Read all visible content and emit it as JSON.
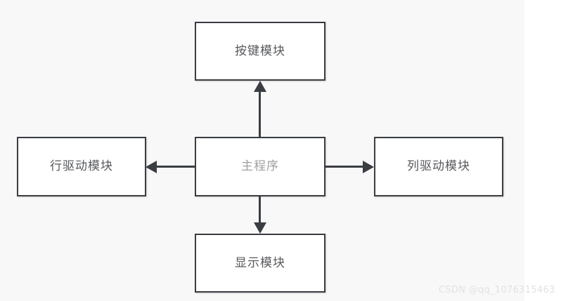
{
  "diagram": {
    "type": "block-diagram",
    "title": "",
    "background_color": "#f8f8f8",
    "page_color": "#ffffff",
    "border_color": "#3a3d42",
    "node_fill": "#ffffff",
    "label_color": "#57595c",
    "center_label_color": "#9d9fa2",
    "nodes": [
      {
        "id": "key",
        "label": "按键模块",
        "position": "top"
      },
      {
        "id": "row",
        "label": "行驱动模块",
        "position": "left"
      },
      {
        "id": "main",
        "label": "主程序",
        "position": "center"
      },
      {
        "id": "col",
        "label": "列驱动模块",
        "position": "right"
      },
      {
        "id": "display",
        "label": "显示模块",
        "position": "bottom"
      }
    ],
    "edges": [
      {
        "id": "edge-up",
        "from": "main",
        "to": "key",
        "direction": "up",
        "arrowhead": "filled-triangle"
      },
      {
        "id": "edge-left",
        "from": "main",
        "to": "row",
        "direction": "left",
        "arrowhead": "filled-triangle"
      },
      {
        "id": "edge-right",
        "from": "main",
        "to": "col",
        "direction": "right",
        "arrowhead": "filled-triangle"
      },
      {
        "id": "edge-down",
        "from": "main",
        "to": "display",
        "direction": "down",
        "arrowhead": "filled-triangle"
      }
    ]
  },
  "watermark": {
    "text": "CSDN @qq_1076315463"
  }
}
